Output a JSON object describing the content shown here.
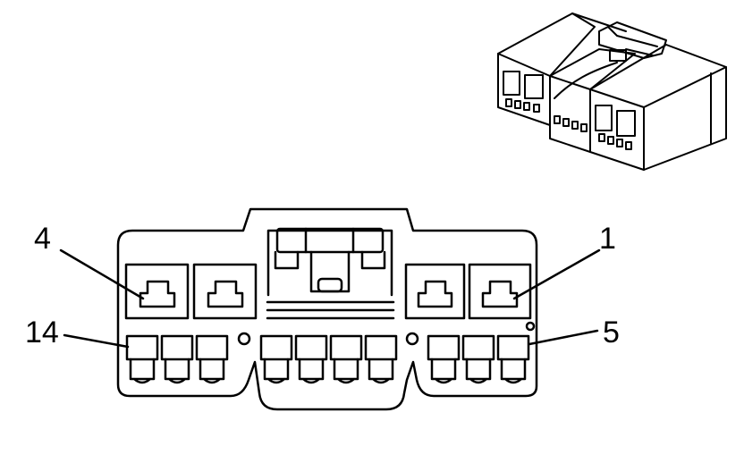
{
  "diagram": {
    "pin_labels": {
      "top_left": "4",
      "top_right": "1",
      "bottom_left": "14",
      "bottom_right": "5"
    },
    "colors": {
      "line": "#000000",
      "background": "#ffffff"
    }
  }
}
